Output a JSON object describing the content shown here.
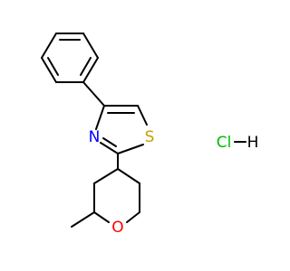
{
  "molecule": {
    "atoms": {
      "nitrogen": "N",
      "sulfur": "S",
      "oxygen": "O",
      "chlorine": "Cl",
      "hydrogen": "H"
    },
    "colors": {
      "bond": "#000000",
      "nitrogen": "#0000ff",
      "sulfur": "#c8a000",
      "oxygen": "#ff0000",
      "chlorine": "#00bb00",
      "hydrogen": "#000000"
    }
  }
}
